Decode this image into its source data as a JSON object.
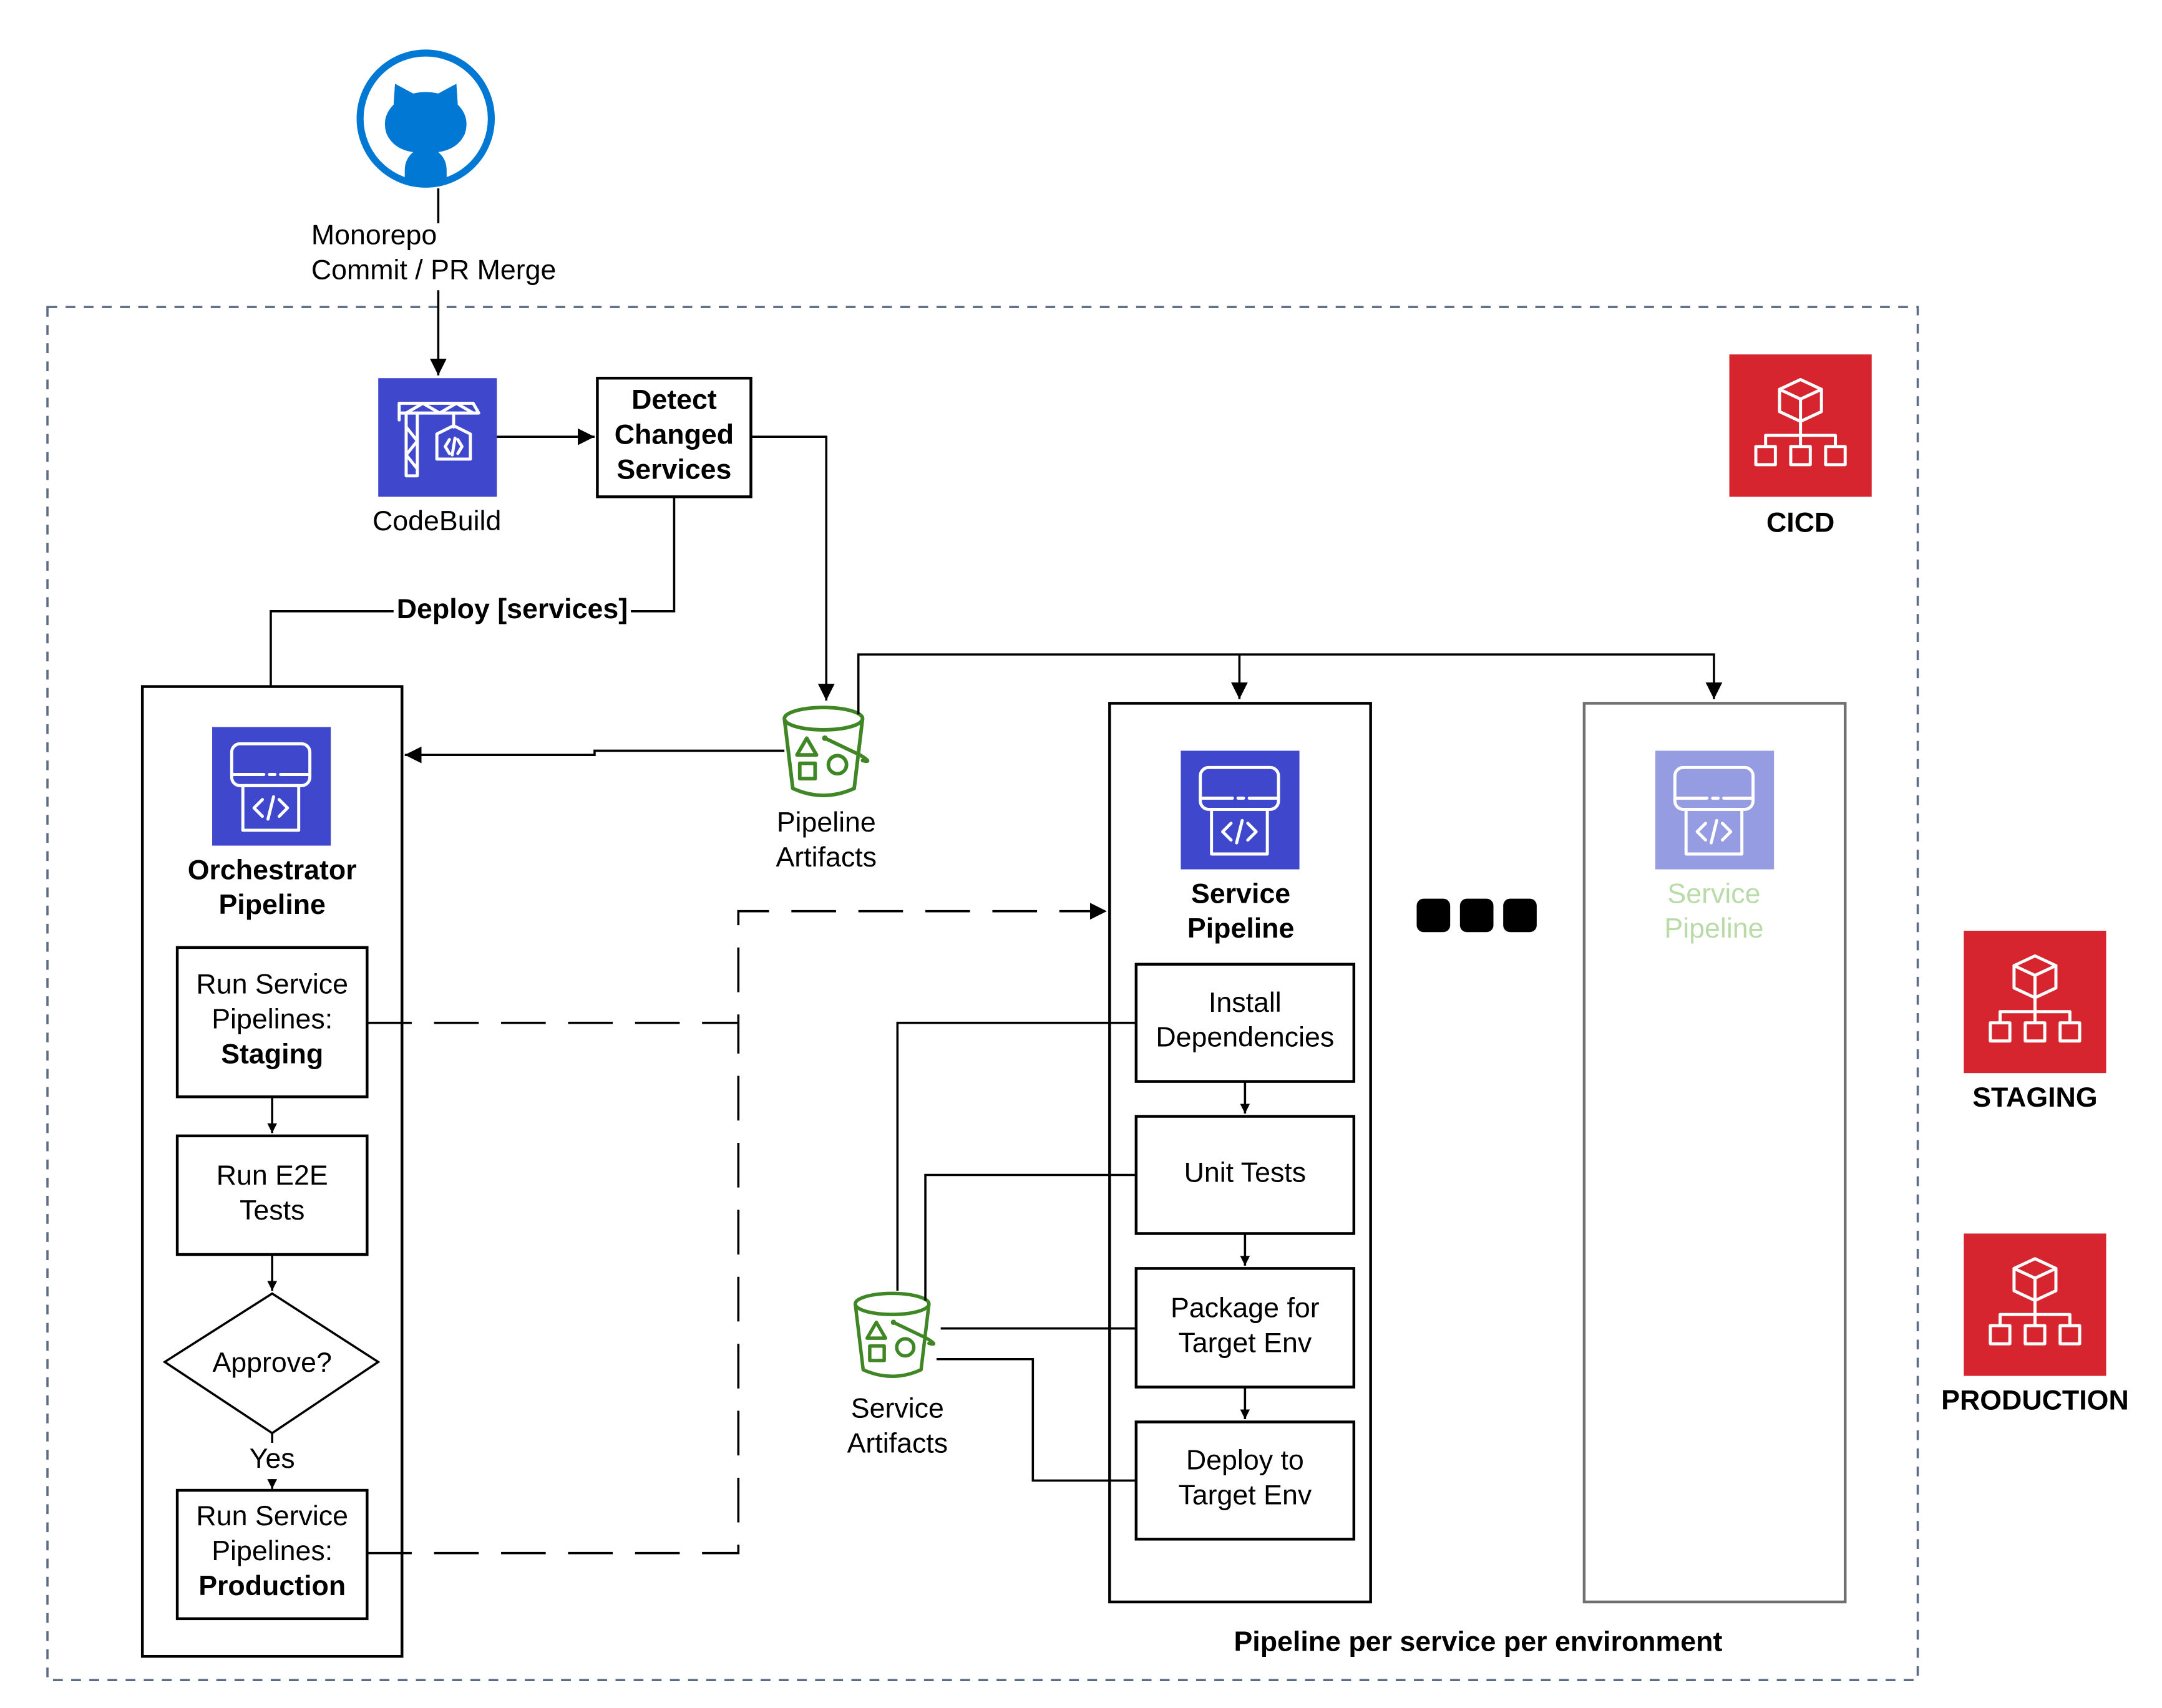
{
  "source": {
    "icon": "github-icon",
    "label_line1": "Monorepo",
    "label_line2": "Commit / PR Merge",
    "color": "#0078d4"
  },
  "codebuild": {
    "icon": "codebuild-icon",
    "label": "CodeBuild",
    "color": "#3f48cc"
  },
  "detect": {
    "line1": "Detect",
    "line2": "Changed",
    "line3": "Services"
  },
  "deploy_edge_label": "Deploy [services]",
  "pipeline_artifacts": {
    "icon": "s3-bucket-icon",
    "line1": "Pipeline",
    "line2": "Artifacts",
    "color": "#3f8624"
  },
  "orchestrator": {
    "icon": "codepipeline-icon",
    "title_line1": "Orchestrator",
    "title_line2": "Pipeline",
    "steps": {
      "staging": {
        "line1": "Run Service",
        "line2": "Pipelines:",
        "line3": "Staging"
      },
      "e2e": {
        "line1": "Run E2E",
        "line2": "Tests"
      },
      "approve": {
        "label": "Approve?",
        "yes": "Yes"
      },
      "production": {
        "line1": "Run Service",
        "line2": "Pipelines:",
        "line3": "Production"
      }
    }
  },
  "service_pipeline": {
    "icon": "codepipeline-icon",
    "title_line1": "Service",
    "title_line2": "Pipeline",
    "steps": [
      {
        "line1": "Install",
        "line2": "Dependencies"
      },
      {
        "line1": "Unit Tests",
        "line2": ""
      },
      {
        "line1": "Package for",
        "line2": "Target Env"
      },
      {
        "line1": "Deploy to",
        "line2": "Target Env"
      }
    ]
  },
  "service_artifacts": {
    "icon": "s3-bucket-icon",
    "line1": "Service",
    "line2": "Artifacts"
  },
  "ghost_pipeline": {
    "icon": "codepipeline-icon",
    "title_line1": "Service",
    "title_line2": "Pipeline",
    "icon_color": "#959ce2",
    "text_color": "#b9dba8"
  },
  "ellipsis_icon": "more-icon",
  "footer_label": "Pipeline per service per environment",
  "accounts": [
    {
      "icon": "organizations-account-icon",
      "label": "CICD",
      "color": "#d6252f"
    },
    {
      "icon": "organizations-account-icon",
      "label": "STAGING",
      "color": "#d6252f"
    },
    {
      "icon": "organizations-account-icon",
      "label": "PRODUCTION",
      "color": "#d6252f"
    }
  ]
}
